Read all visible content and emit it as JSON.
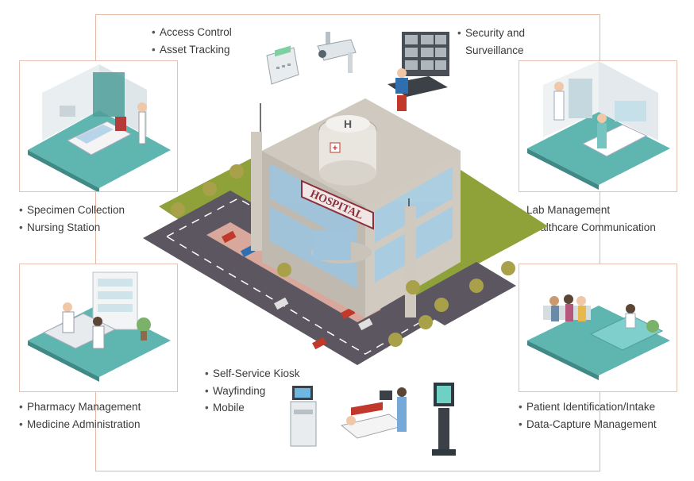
{
  "groups": {
    "access": [
      "Access Control",
      "Asset Tracking"
    ],
    "security": [
      "Security and",
      "Surveillance"
    ],
    "specimen": [
      "Specimen Collection",
      "Nursing Station"
    ],
    "lab": [
      "Lab Management",
      "Healthcare Communication"
    ],
    "pharmacy": [
      "Pharmacy Management",
      "Medicine Administration"
    ],
    "kiosk": [
      "Self-Service Kiosk",
      "Wayfinding",
      "Mobile"
    ],
    "patient": [
      "Patient Identification/Intake",
      "Data-Capture Management"
    ]
  },
  "building_sign": "HOSPITAL",
  "helipad_letter": "H",
  "colors": {
    "frame": "#e0b8a4",
    "teal": "#5fb5b0",
    "road": "#5c5660",
    "wall": "#d9d4cc",
    "glass": "#9fc4dc",
    "sign": "#8b2f3a"
  }
}
